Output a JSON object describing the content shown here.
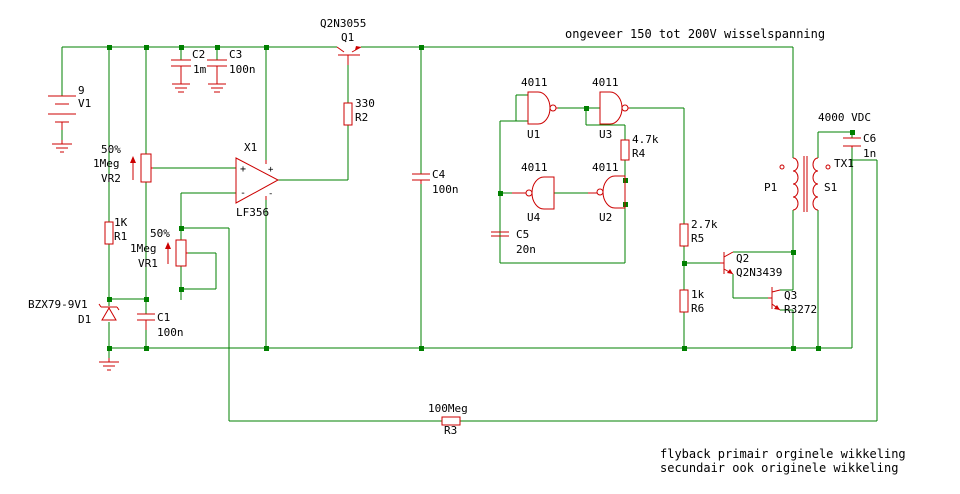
{
  "notes": {
    "top": "ongeveer 150 tot 200V wisselspanning",
    "hv": "4000 VDC",
    "bottom_line1": "flyback primair orginele wikkeling",
    "bottom_line2": "secundair ook originele wikkeling"
  },
  "components": {
    "V1": {
      "value": "9",
      "ref": "V1"
    },
    "C2": {
      "ref": "C2",
      "value": "1m"
    },
    "C3": {
      "ref": "C3",
      "value": "100n"
    },
    "Q1": {
      "model": "Q2N3055",
      "ref": "Q1"
    },
    "R2": {
      "value": "330",
      "ref": "R2"
    },
    "VR2": {
      "pct": "50%",
      "value": "1Meg",
      "ref": "VR2"
    },
    "X1": {
      "ref": "X1",
      "model": "LF356"
    },
    "VR1": {
      "pct": "50%",
      "value": "1Meg",
      "ref": "VR1"
    },
    "R1": {
      "value": "1K",
      "ref": "R1"
    },
    "D1": {
      "model": "BZX79-9V1",
      "ref": "D1"
    },
    "C1": {
      "ref": "C1",
      "value": "100n"
    },
    "C4": {
      "ref": "C4",
      "value": "100n"
    },
    "U1": {
      "model": "4011",
      "ref": "U1"
    },
    "U3": {
      "model": "4011",
      "ref": "U3"
    },
    "U4": {
      "model": "4011",
      "ref": "U4"
    },
    "U2": {
      "model": "4011",
      "ref": "U2"
    },
    "R4": {
      "value": "4.7k",
      "ref": "R4"
    },
    "C5": {
      "ref": "C5",
      "value": "20n"
    },
    "R5": {
      "value": "2.7k",
      "ref": "R5"
    },
    "R6": {
      "value": "1k",
      "ref": "R6"
    },
    "Q2": {
      "ref": "Q2",
      "model": "Q2N3439"
    },
    "Q3": {
      "ref": "Q3",
      "model": "R3272"
    },
    "TX1": {
      "ref": "TX1",
      "primary": "P1",
      "secondary": "S1"
    },
    "C6": {
      "ref": "C6",
      "value": "1n"
    },
    "R3": {
      "value": "100Meg",
      "ref": "R3"
    }
  }
}
